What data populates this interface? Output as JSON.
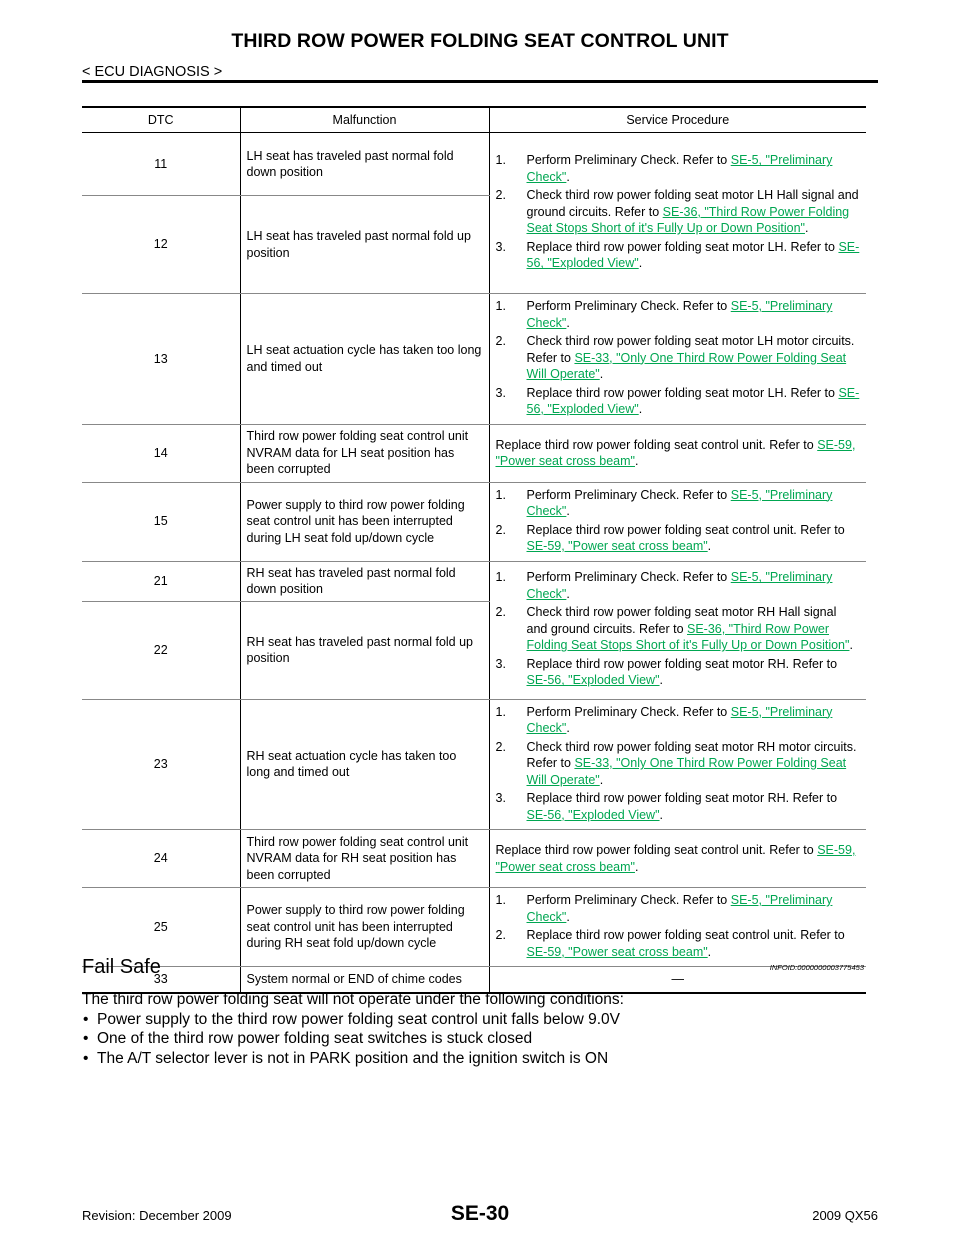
{
  "header": {
    "title": "THIRD ROW POWER FOLDING SEAT CONTROL UNIT",
    "section": "< ECU DIAGNOSIS >"
  },
  "table": {
    "columns": [
      "DTC",
      "Malfunction",
      "Service Procedure"
    ],
    "rows": [
      {
        "dtc": "11",
        "malfunction": "LH seat has traveled past normal fold down position"
      },
      {
        "dtc": "12",
        "malfunction": "LH seat has traveled past normal fold up position"
      },
      {
        "dtc": "13",
        "malfunction": "LH seat actuation cycle has taken too long and timed out"
      },
      {
        "dtc": "14",
        "malfunction": "Third row power folding seat control unit NVRAM data for LH seat position has been corrupted"
      },
      {
        "dtc": "15",
        "malfunction": "Power supply to third row power folding seat control unit has been interrupted during LH seat fold up/down cycle"
      },
      {
        "dtc": "21",
        "malfunction": "RH seat has traveled past normal fold down position"
      },
      {
        "dtc": "22",
        "malfunction": "RH seat has traveled past normal fold up position"
      },
      {
        "dtc": "23",
        "malfunction": "RH seat actuation cycle has taken too long and timed out"
      },
      {
        "dtc": "24",
        "malfunction": "Third row power folding seat control unit NVRAM data for RH seat position has been corrupted"
      },
      {
        "dtc": "25",
        "malfunction": "Power supply to third row power folding seat control unit has been interrupted during RH seat fold up/down cycle"
      },
      {
        "dtc": "33",
        "malfunction": "System normal or END of chime codes"
      }
    ],
    "procedures": {
      "lh_11_12": [
        {
          "num": "1.",
          "text": "Perform Preliminary Check.  Refer to ",
          "link": "SE-5, \"Preliminary Check\"",
          "end": "."
        },
        {
          "num": "2.",
          "text": "Check third row power folding seat motor LH Hall signal and ground circuits.  Refer to ",
          "link": "SE-36, \"Third Row Power Folding Seat Stops Short of it's Fully Up or Down Position\"",
          "end": "."
        },
        {
          "num": "3.",
          "text": "Replace third row power folding seat motor LH.  Refer to ",
          "link": "SE-56, \"Exploded View\"",
          "end": "."
        }
      ],
      "lh_13": [
        {
          "num": "1.",
          "text": "Perform Preliminary Check.  Refer to ",
          "link": "SE-5, \"Preliminary Check\"",
          "end": "."
        },
        {
          "num": "2.",
          "text": "Check third row power folding seat motor LH motor circuits.  Refer to ",
          "link": "SE-33, \"Only One Third Row Power Folding Seat Will Operate\"",
          "end": "."
        },
        {
          "num": "3.",
          "text": "Replace third row power folding seat motor LH.  Refer to ",
          "link": "SE-56, \"Exploded View\"",
          "end": "."
        }
      ],
      "lh_14": {
        "text": "Replace third row power folding seat control unit.  Refer to ",
        "link": "SE-59, \"Power seat cross beam\"",
        "end": "."
      },
      "lh_15": [
        {
          "num": "1.",
          "text": "Perform Preliminary Check.  Refer to ",
          "link": "SE-5, \"Preliminary Check\"",
          "end": "."
        },
        {
          "num": "2.",
          "text": "Replace third row power folding seat control unit.  Refer to ",
          "link": "SE-59, \"Power seat cross beam\"",
          "end": "."
        }
      ],
      "rh_21_22": [
        {
          "num": "1.",
          "text": "Perform Preliminary Check.  Refer to ",
          "link": "SE-5, \"Preliminary Check\"",
          "end": "."
        },
        {
          "num": "2.",
          "text": "Check third row power folding seat motor RH Hall signal and ground circuits.  Refer to ",
          "link": "SE-36, \"Third Row Power Folding Seat Stops Short of it's Fully Up or Down Position\"",
          "end": "."
        },
        {
          "num": "3.",
          "text": "Replace third row power folding seat motor RH.  Refer to ",
          "link": "SE-56, \"Exploded View\"",
          "end": "."
        }
      ],
      "rh_23": [
        {
          "num": "1.",
          "text": "Perform Preliminary Check.  Refer to ",
          "link": "SE-5, \"Preliminary Check\"",
          "end": "."
        },
        {
          "num": "2.",
          "text": "Check third row power folding seat motor RH motor circuits.  Refer to ",
          "link": "SE-33, \"Only One Third Row Power Folding Seat Will Operate\"",
          "end": "."
        },
        {
          "num": "3.",
          "text": "Replace third row power folding seat motor RH.  Refer to ",
          "link": "SE-56, \"Exploded View\"",
          "end": "."
        }
      ],
      "rh_24": {
        "text": "Replace third row power folding seat control unit.  Refer to ",
        "link": "SE-59, \"Power seat cross beam\"",
        "end": "."
      },
      "rh_25": [
        {
          "num": "1.",
          "text": "Perform Preliminary Check.  Refer to ",
          "link": "SE-5, \"Preliminary Check\"",
          "end": "."
        },
        {
          "num": "2.",
          "text": "Replace third row power folding seat control unit.  Refer to ",
          "link": "SE-59, \"Power seat cross beam\"",
          "end": "."
        }
      ],
      "end_33": "—"
    }
  },
  "fail_safe": {
    "title": "Fail Safe",
    "infoid": "INFOID:0000000003775453",
    "intro": "The third row power folding seat will not operate under the following conditions:",
    "bullet_char": "•",
    "bullets": [
      "Power supply to the third row power folding seat control unit falls below 9.0V",
      "One of the third row power folding seat switches is stuck closed",
      "The A/T selector lever is not in PARK position and the ignition switch is ON"
    ]
  },
  "footer": {
    "revision": "Revision: December 2009",
    "page": "SE-30",
    "model": "2009 QX56"
  },
  "colors": {
    "link": "#00a651",
    "text": "#000000"
  }
}
